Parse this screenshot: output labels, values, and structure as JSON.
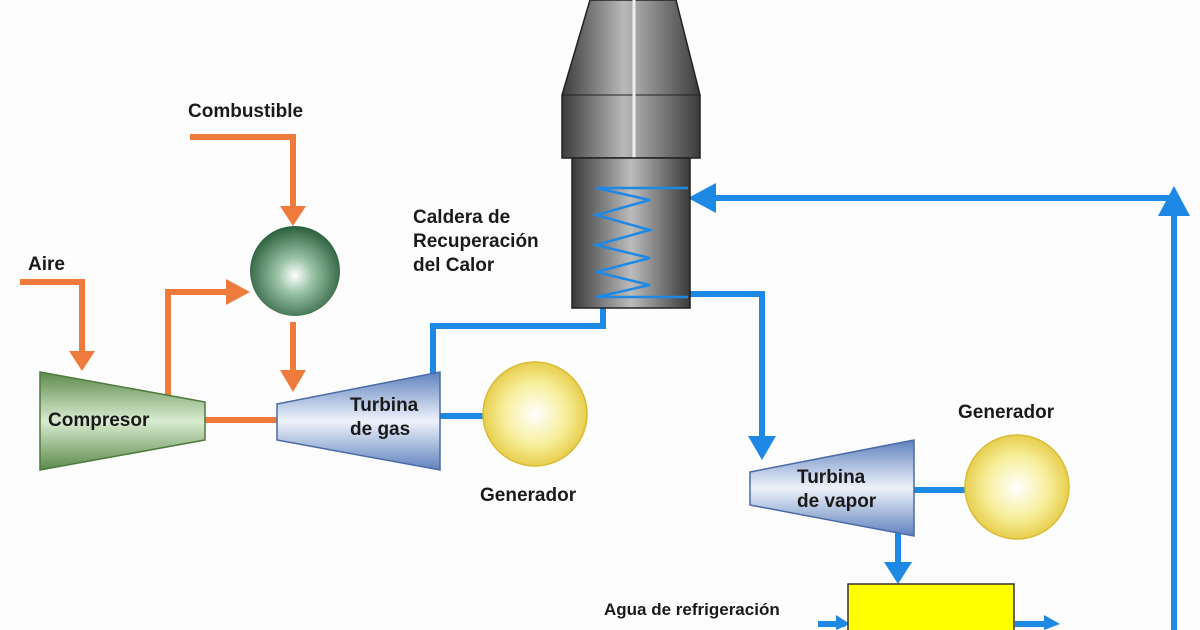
{
  "labels": {
    "combustible": "Combustible",
    "aire": "Aire",
    "compresor": "Compresor",
    "turbina_gas": [
      "Turbina",
      "de gas"
    ],
    "generador_1": "Generador",
    "caldera": [
      "Caldera de",
      "Recuperación",
      "del Calor"
    ],
    "generador_2": "Generador",
    "turbina_vapor": [
      "Turbina",
      "de vapor"
    ],
    "agua_refrigeracion": "Agua de refrigeración"
  },
  "colors": {
    "gas_flow": "#ee7b3c",
    "water_steam_flow": "#1e88e5",
    "compressor": "#7aa56a",
    "combustor": "#2f6b45",
    "turbine": "#7e9ccb",
    "generator": "#f2dc5a",
    "boiler": "#6a6a6a",
    "condenser": "#ffff00"
  }
}
